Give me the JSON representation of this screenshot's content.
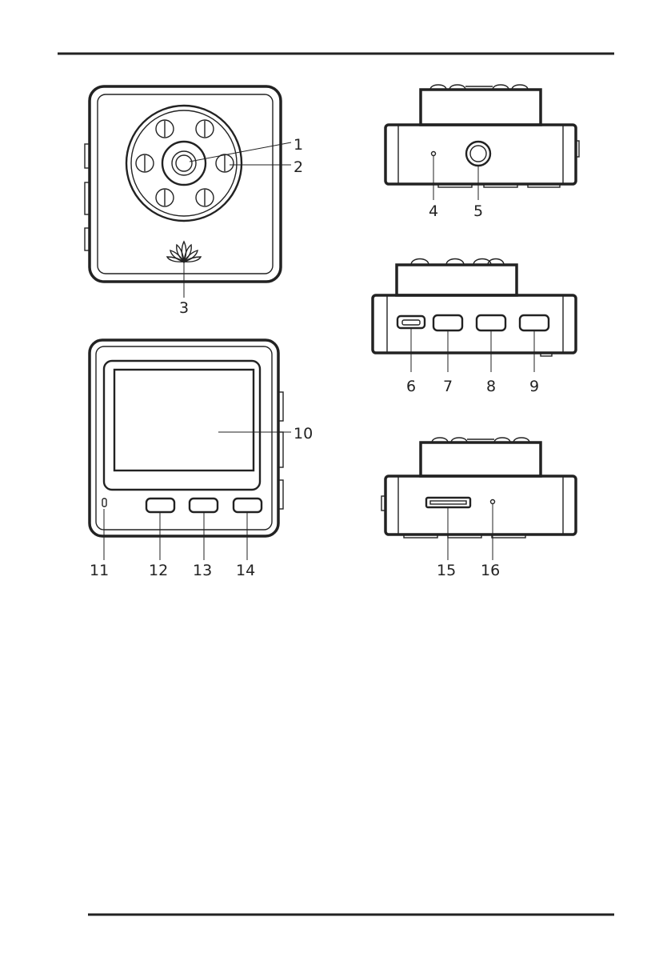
{
  "callouts": [
    {
      "id": "1",
      "text": "1"
    },
    {
      "id": "2",
      "text": "2"
    },
    {
      "id": "3",
      "text": "3"
    },
    {
      "id": "4",
      "text": "4"
    },
    {
      "id": "5",
      "text": "5"
    },
    {
      "id": "6",
      "text": "6"
    },
    {
      "id": "7",
      "text": "7"
    },
    {
      "id": "8",
      "text": "8"
    },
    {
      "id": "9",
      "text": "9"
    },
    {
      "id": "10",
      "text": "10"
    },
    {
      "id": "11",
      "text": "11"
    },
    {
      "id": "12",
      "text": "12"
    },
    {
      "id": "13",
      "text": "13"
    },
    {
      "id": "14",
      "text": "14"
    },
    {
      "id": "15",
      "text": "15"
    },
    {
      "id": "16",
      "text": "16"
    }
  ]
}
